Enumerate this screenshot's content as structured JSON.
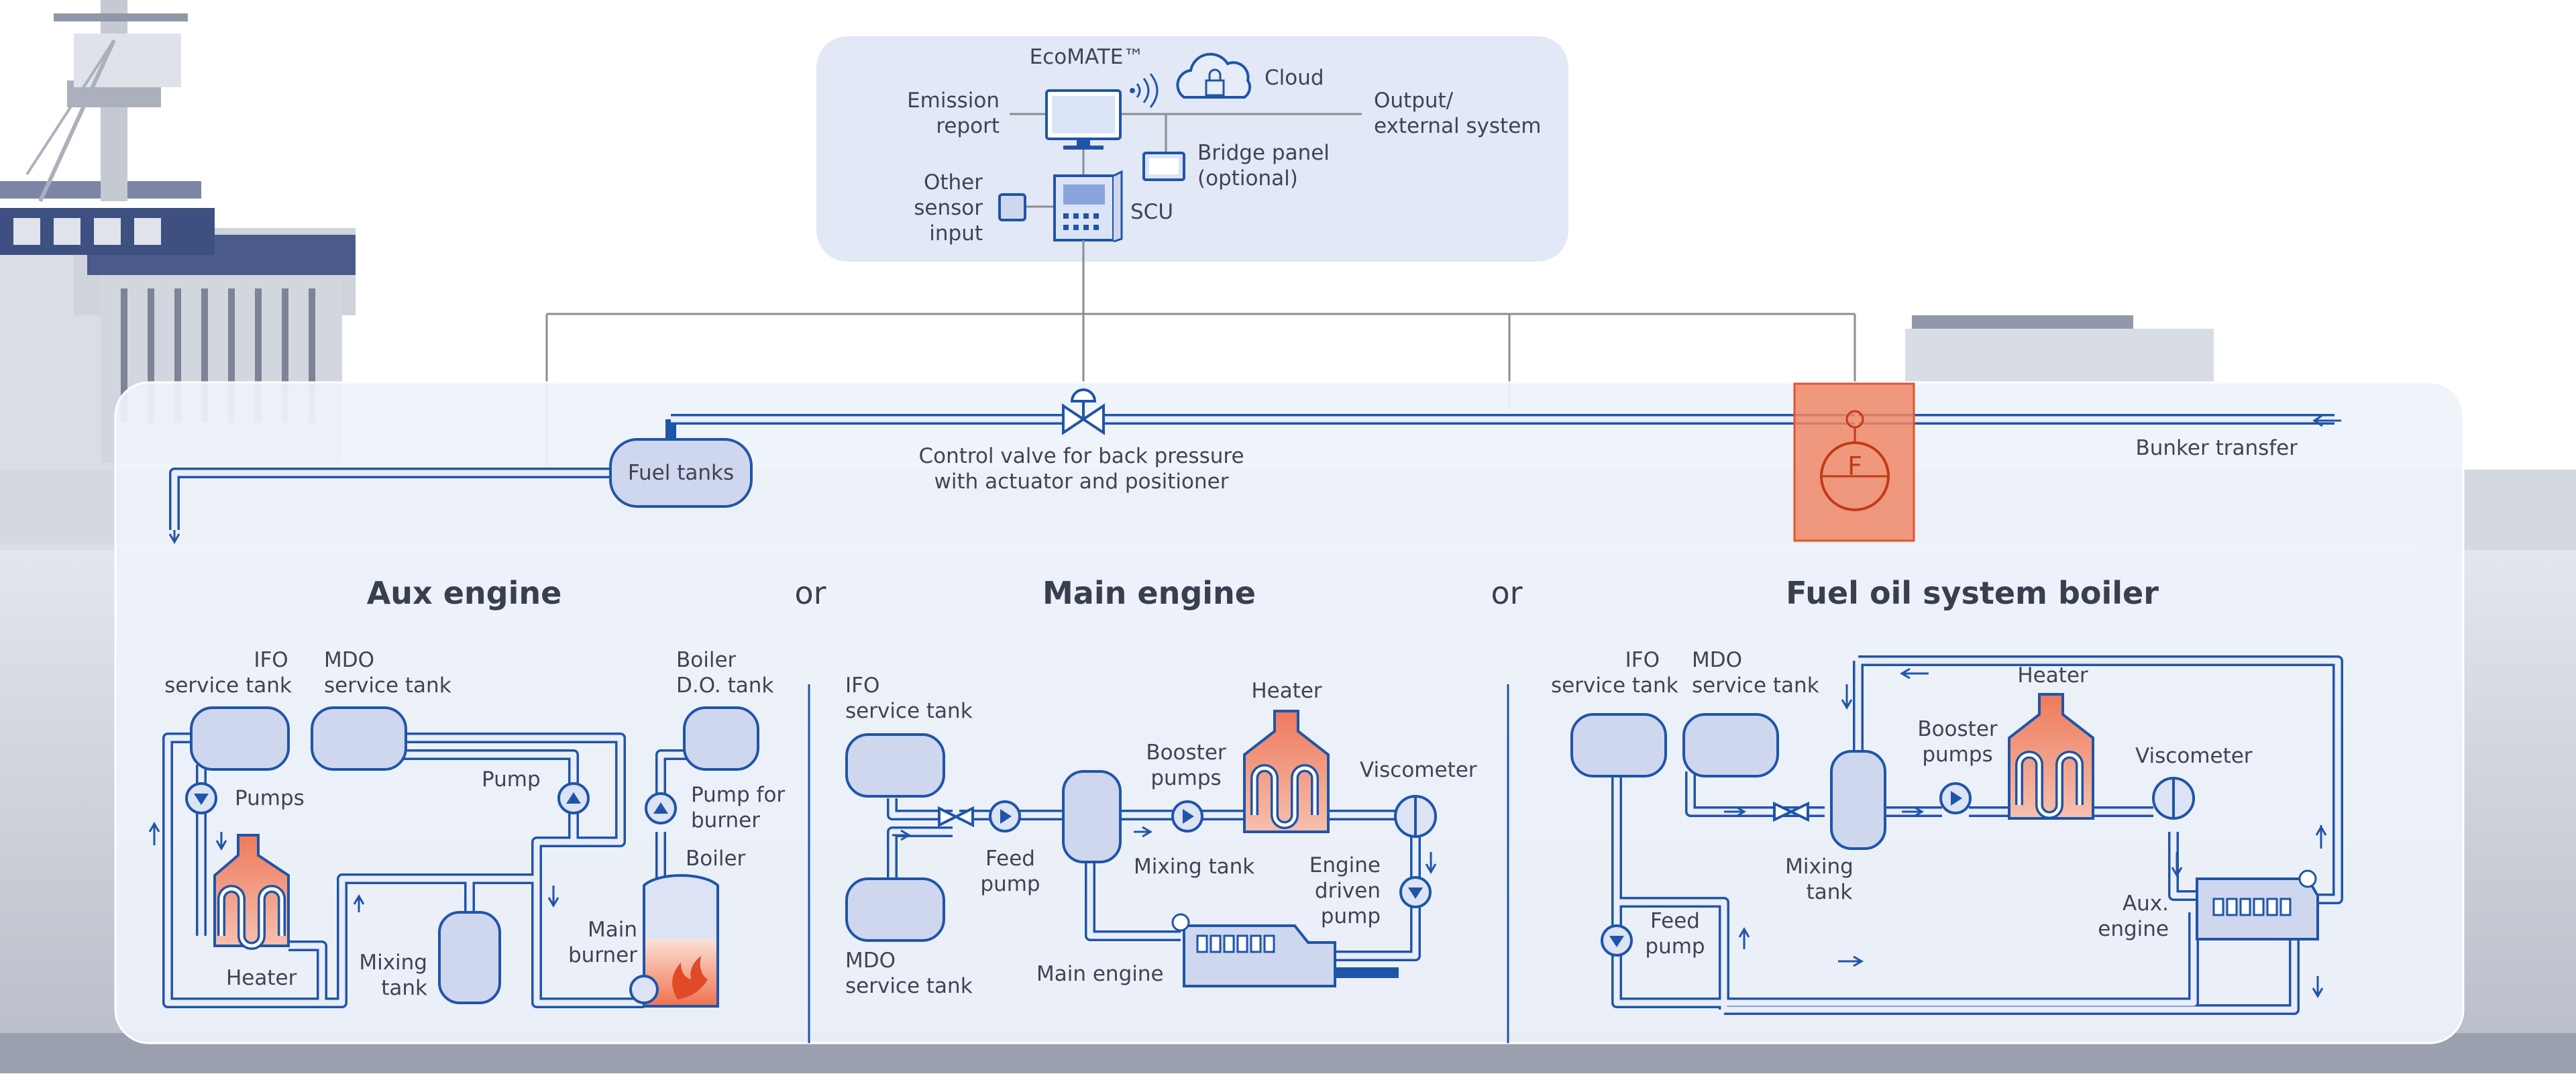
{
  "colors": {
    "pipe": "#1f55a8",
    "panel": "#eef2fa",
    "heater": "#ef8a6e",
    "flow_meter": "#e8562f",
    "ship": "#c9cdd6"
  },
  "control": {
    "ecomate": "EcoMATE™",
    "cloud": "Cloud",
    "emission_report": [
      "Emission",
      "report"
    ],
    "output": [
      "Output/",
      "external system"
    ],
    "bridge_panel": [
      "Bridge panel",
      "(optional)"
    ],
    "other_sensor": [
      "Other",
      "sensor",
      "input"
    ],
    "scu": "SCU"
  },
  "fuel_tanks": "Fuel tanks",
  "control_valve": [
    "Control valve for back pressure",
    "with actuator and positioner"
  ],
  "bunker_transfer": "Bunker transfer",
  "flow_meter_symbol": "F",
  "sections": {
    "aux": "Aux engine",
    "or1": "or",
    "main": "Main engine",
    "or2": "or",
    "boiler": "Fuel oil system boiler"
  },
  "aux": {
    "ifo": [
      "IFO",
      "service tank"
    ],
    "mdo": [
      "MDO",
      "service tank"
    ],
    "boiler_do": [
      "Boiler",
      "D.O. tank"
    ],
    "pumps": "Pumps",
    "pump": "Pump",
    "pump_burner": [
      "Pump for",
      "burner"
    ],
    "boiler": "Boiler",
    "heater": "Heater",
    "mixing": [
      "Mixing",
      "tank"
    ],
    "main_burner": [
      "Main",
      "burner"
    ]
  },
  "main": {
    "ifo": [
      "IFO",
      "service tank"
    ],
    "mdo": [
      "MDO",
      "service tank"
    ],
    "heater": "Heater",
    "booster": [
      "Booster",
      "pumps"
    ],
    "viscometer": "Viscometer",
    "feed": [
      "Feed",
      "pump"
    ],
    "mixing": "Mixing tank",
    "edp": [
      "Engine",
      "driven",
      "pump"
    ],
    "main_engine": "Main engine"
  },
  "boiler": {
    "ifo": [
      "IFO",
      "service tank"
    ],
    "mdo": [
      "MDO",
      "service tank"
    ],
    "heater": "Heater",
    "booster": [
      "Booster",
      "pumps"
    ],
    "viscometer": "Viscometer",
    "mixing": [
      "Mixing",
      "tank"
    ],
    "feed": [
      "Feed",
      "pump"
    ],
    "aux_engine": [
      "Aux.",
      "engine"
    ]
  }
}
